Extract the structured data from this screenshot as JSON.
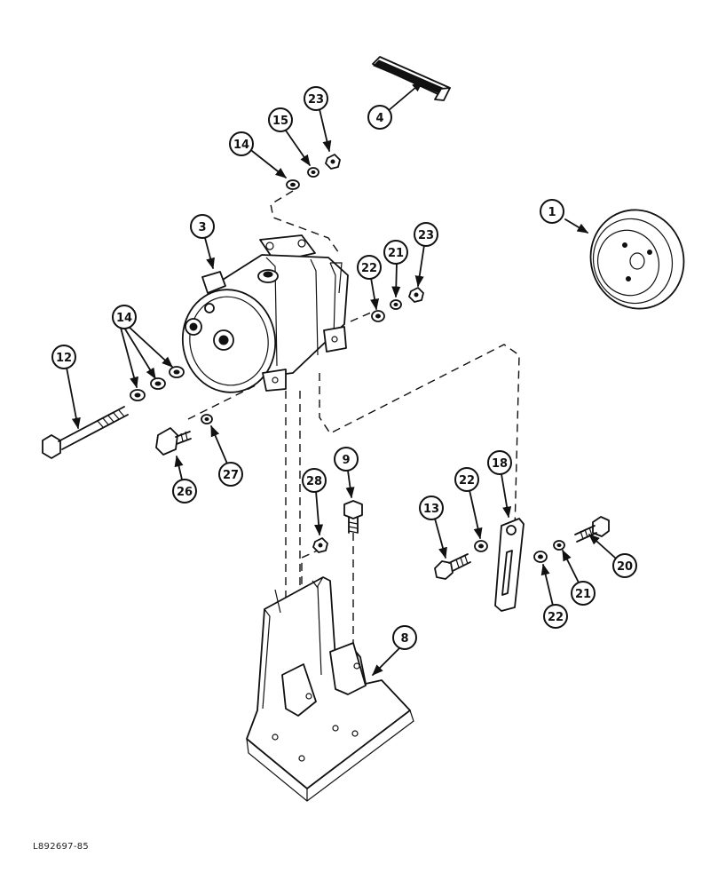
{
  "document_code": "L892697-85",
  "callouts": {
    "c1": "1",
    "c3": "3",
    "c4": "4",
    "c8": "8",
    "c9": "9",
    "c12": "12",
    "c13": "13",
    "c14a": "14",
    "c14b": "14",
    "c15": "15",
    "c18": "18",
    "c20": "20",
    "c21a": "21",
    "c21b": "21",
    "c22a": "22",
    "c22b": "22",
    "c22c": "22",
    "c23a": "23",
    "c23b": "23",
    "c26": "26",
    "c27": "27",
    "c28": "28"
  }
}
